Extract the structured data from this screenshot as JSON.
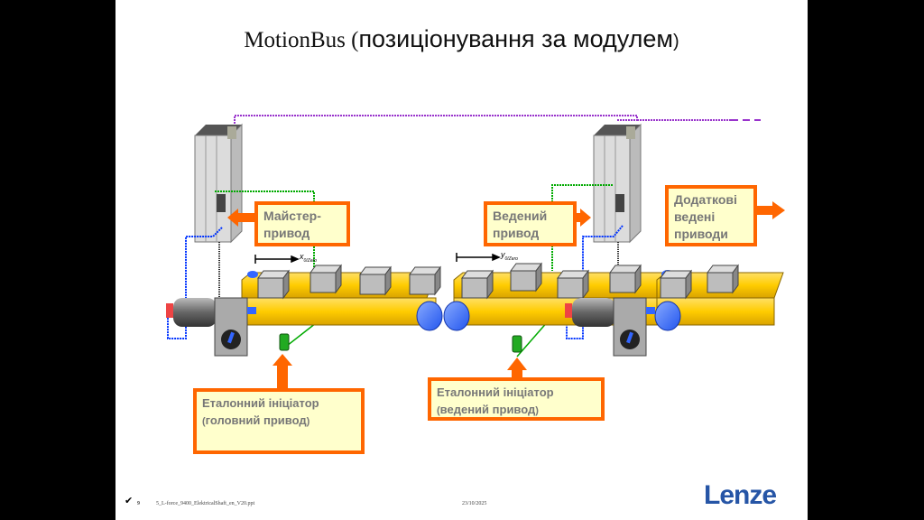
{
  "title": {
    "part1": "MotionBus (",
    "part2": "позиціонування за модулем",
    "part3": ")"
  },
  "callouts": {
    "master_drive": {
      "line1": "Майстер-",
      "line2": "привод"
    },
    "slave_drive": {
      "line1": "Ведений",
      "line2": "привод"
    },
    "additional": {
      "line1": "Додаткові",
      "line2": "ведені",
      "line3": "приводи"
    },
    "ref_master": {
      "line1": "Еталонний ініціатор",
      "line2_open": "(",
      "line2": "головний привод",
      "line2_close": ")"
    },
    "ref_slave": {
      "line1": "Еталонний ініціатор",
      "line2_open": "(",
      "line2": "ведений привод",
      "line2_close": ")"
    }
  },
  "dimension_labels": {
    "master": "x",
    "master_sub": "0/Zero",
    "slave": "y",
    "slave_sub": "0/Zero"
  },
  "colors": {
    "accent": "#ff6600",
    "callout_fill": "#ffffcc",
    "bus_line": "#9933cc",
    "sensor_line": "#00aa00",
    "encoder_line": "#0033ff",
    "conveyor": "#ffcc00",
    "logo": "#2655a6"
  },
  "footer": {
    "page_number": "9",
    "filename": "5_L-force_9400_ElektricalShaft_en_V20.ppt",
    "date": "23/10/2025",
    "logo": "Lenze"
  },
  "icons": {
    "nav": "checkmark-icon"
  }
}
